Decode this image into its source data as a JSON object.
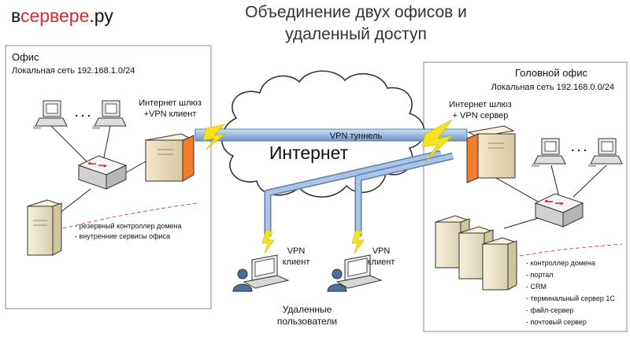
{
  "logo": {
    "part1": "в",
    "part2": "сервере",
    "part3": ".ру"
  },
  "title": {
    "line1": "Объединение двух офисов и",
    "line2": "удаленный доступ"
  },
  "office": {
    "title": "Офис",
    "subnet": "Локальная сеть 192.168.1.0/24",
    "gateway_line1": "Интернет шлюз",
    "gateway_line2": "+VPN клиент",
    "services": [
      "- резервный контроллер домена",
      "- внутренние сервисы офиса"
    ],
    "dots": ". . ."
  },
  "head_office": {
    "title": "Головной офис",
    "subnet": "Локальная сеть 192.168.0.0/24",
    "gateway_line1": "Интернет шлюз",
    "gateway_line2": "+ VPN сервер",
    "services": [
      "- контроллер домена",
      "- портал",
      "- CRM",
      "- терминальный сервер 1С",
      "- файл-сервер",
      "- почтовый сервер"
    ],
    "dots": ". . ."
  },
  "internet": {
    "label": "Интернет",
    "tunnel_label": "VPN туннель"
  },
  "remote": {
    "client1_line1": "VPN",
    "client1_line2": "клиент",
    "client2_line1": "VPN",
    "client2_line2": "клиент",
    "caption_line1": "Удаленные",
    "caption_line2": "пользователи"
  },
  "colors": {
    "tunnel": "#a9c4e6",
    "tunnel_edge": "#5b7fae",
    "lightning": "#f5e21b",
    "server_accent": "#ef7d2b",
    "logo_red": "#d72a2a"
  }
}
